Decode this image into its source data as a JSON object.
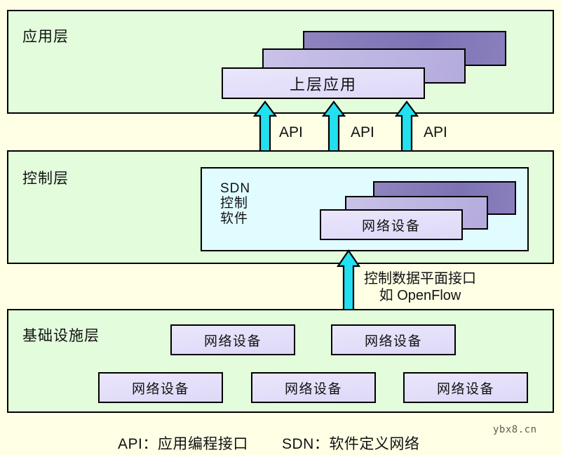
{
  "page": {
    "background_color": "#ffffe6",
    "watermark": "ybx8.cn"
  },
  "colors": {
    "layer_fill": "#e2fcdc",
    "layer_border": "#000000",
    "card_front": "#ded8f8",
    "card_mid": "#b4abdd",
    "card_back": "#7d72b4",
    "controller_fill": "#e0fcff",
    "arrow_fill": "#22e0f0",
    "arrow_border": "#000000",
    "text": "#111111"
  },
  "layers": [
    {
      "id": "application-layer",
      "title": "应用层",
      "stack_label": "上层应用"
    },
    {
      "id": "control-layer",
      "title": "控制层",
      "controller_label": "SDN\n控制\n软件",
      "stack_label": "网络设备"
    },
    {
      "id": "infrastructure-layer",
      "title": "基础设施层",
      "devices_row1": [
        "网络设备",
        "网络设备"
      ],
      "devices_row2": [
        "网络设备",
        "网络设备",
        "网络设备"
      ]
    }
  ],
  "interfaces": {
    "api_labels": [
      "API",
      "API",
      "API"
    ],
    "control_data_plane": "控制数据平面接口\n如 OpenFlow"
  },
  "legend": {
    "api": "API：应用编程接口",
    "sdn": "SDN：软件定义网络"
  }
}
